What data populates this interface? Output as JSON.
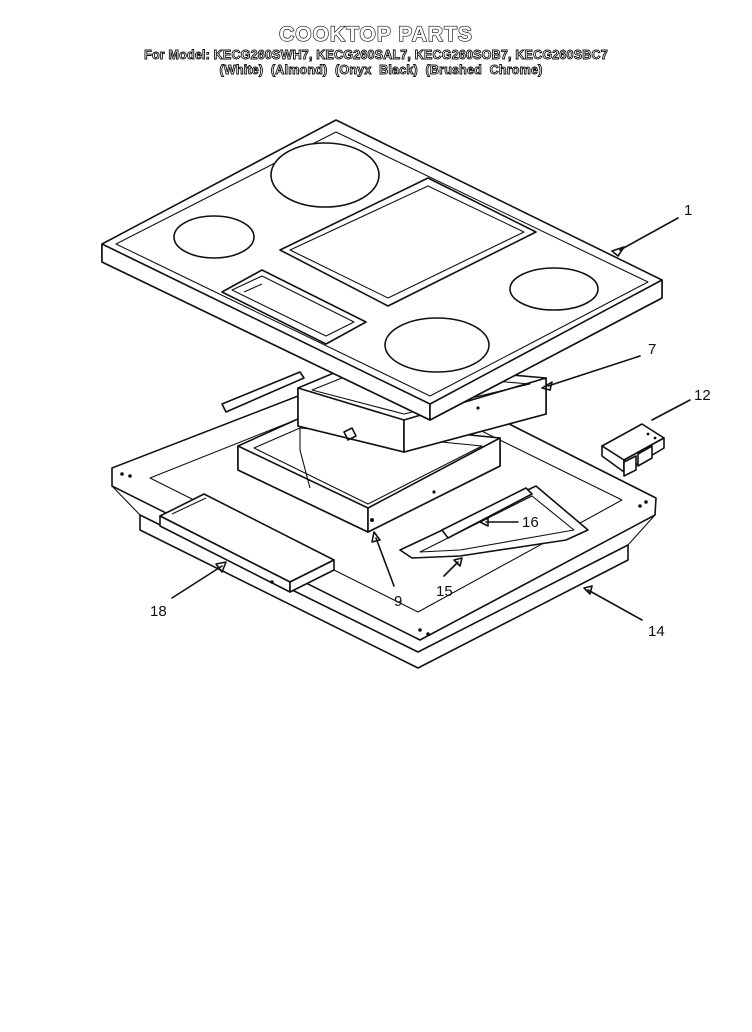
{
  "header": {
    "title": "COOKTOP PARTS",
    "models": "For Model: KECG260SWH7, KECG260SAL7, KECG260SOB7, KECG260SBC7",
    "finishes": "(White)     (Almond)     (Onyx Black) (Brushed Chrome)"
  },
  "callouts": {
    "p1": "1",
    "p7": "7",
    "p12": "12",
    "p16": "16",
    "p15": "15",
    "p9": "9",
    "p18": "18",
    "p14": "14"
  }
}
